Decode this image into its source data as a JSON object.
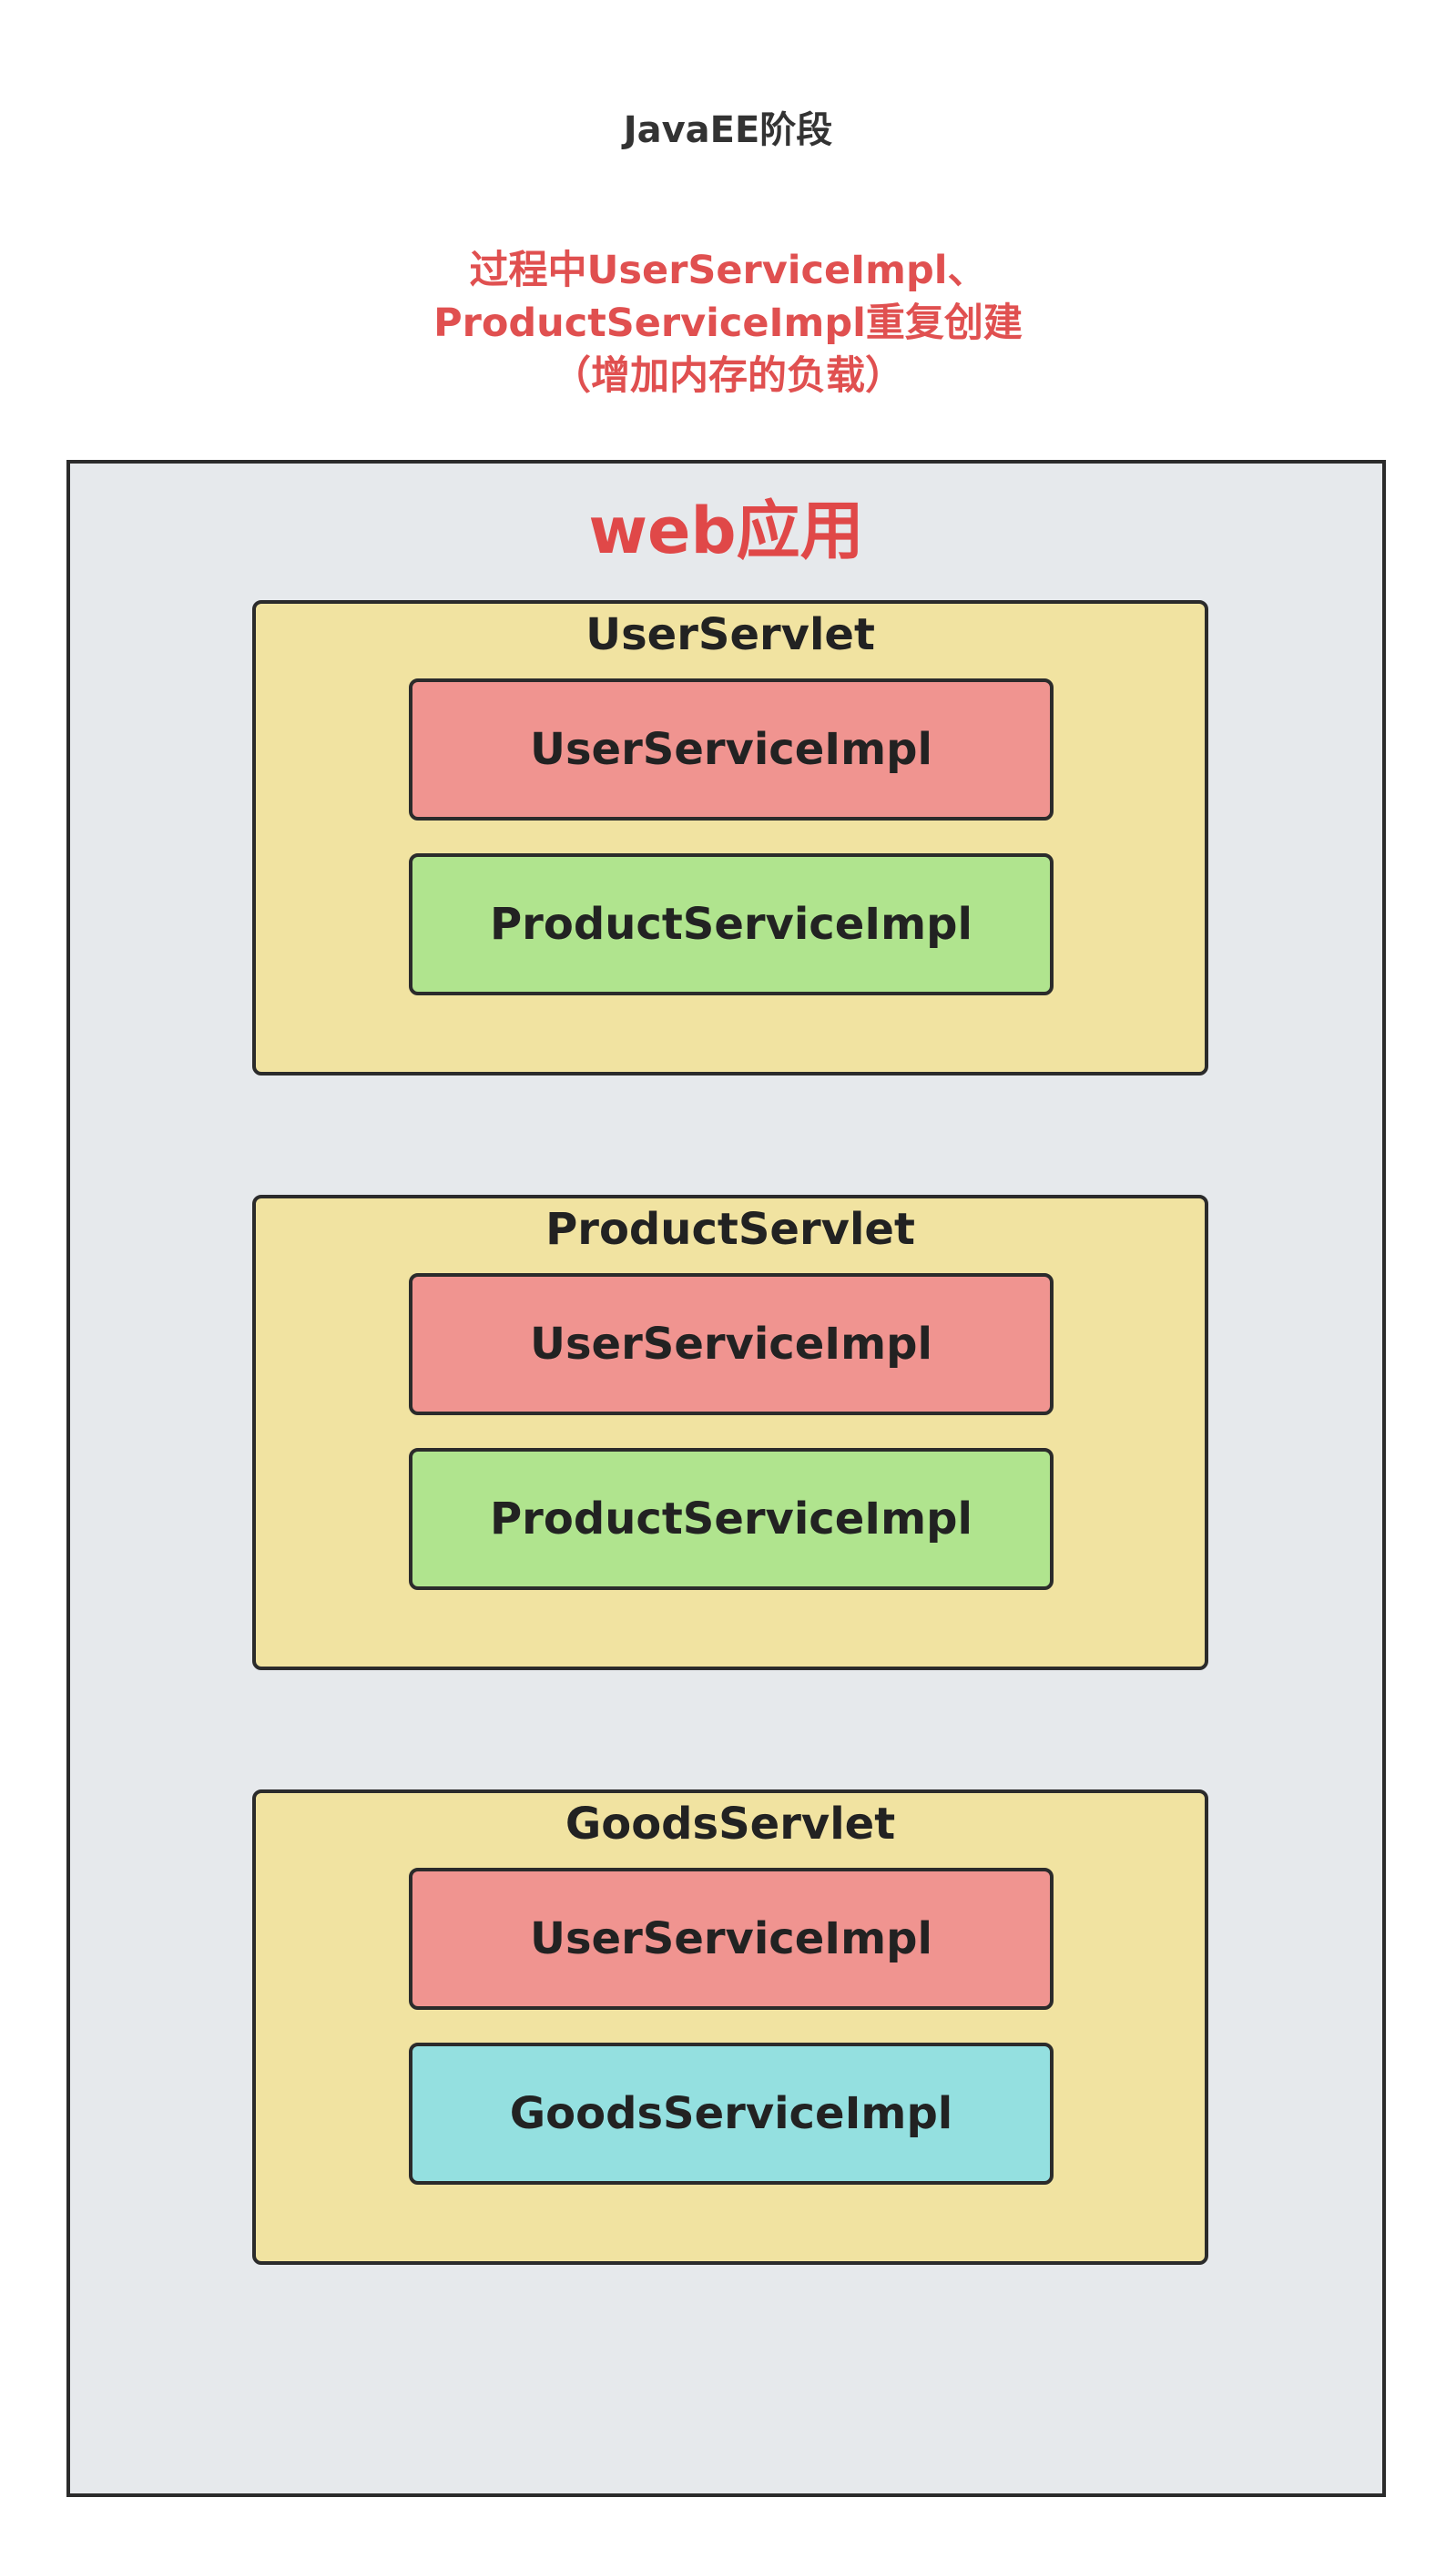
{
  "diagram": {
    "title": "JavaEE阶段",
    "note_lines": [
      "过程中UserServiceImpl、",
      "ProductServiceImpl重复创建",
      "（增加内存的负载）"
    ],
    "container_label": "web应用",
    "servlets": [
      {
        "label": "UserServlet",
        "impls": [
          {
            "label": "UserServiceImpl",
            "color": "#f09490"
          },
          {
            "label": "ProductServiceImpl",
            "color": "#b0e48e"
          }
        ]
      },
      {
        "label": "ProductServlet",
        "impls": [
          {
            "label": "UserServiceImpl",
            "color": "#f09490"
          },
          {
            "label": "ProductServiceImpl",
            "color": "#b0e48e"
          }
        ]
      },
      {
        "label": "GoodsServlet",
        "impls": [
          {
            "label": "UserServiceImpl",
            "color": "#f09490"
          },
          {
            "label": "GoodsServiceImpl",
            "color": "#94e0e0"
          }
        ]
      }
    ],
    "colors": {
      "note": "#e05050",
      "container_bg": "#e6e9ec",
      "servlet_bg": "#f1e3a1"
    }
  }
}
